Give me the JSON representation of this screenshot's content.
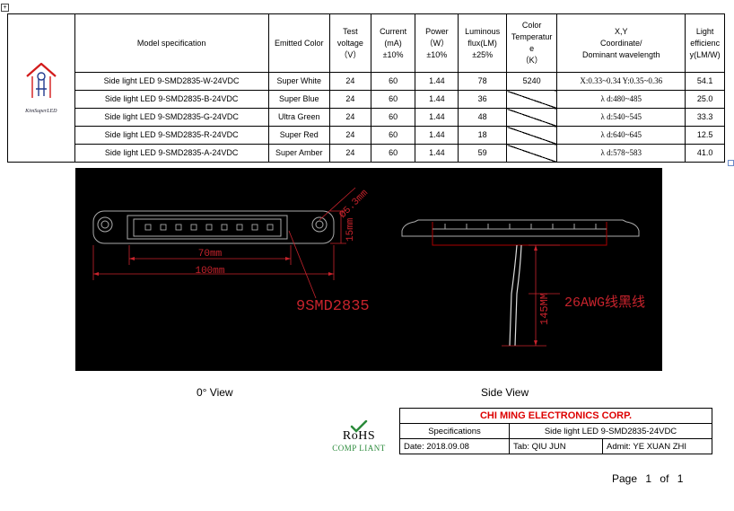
{
  "spec_table": {
    "logo_text": "KimSuperLED",
    "headers": {
      "model": "Model specification",
      "color": "Emitted Color",
      "voltage": [
        "Test",
        "voltage",
        "（V）"
      ],
      "current": [
        "Current",
        "(mA)",
        "±10%"
      ],
      "power": [
        "Power",
        "（W）",
        "±10%"
      ],
      "flux": [
        "Luminous",
        "flux(LM)",
        "±25%"
      ],
      "temp": [
        "Color",
        "Temperatur",
        "e",
        "（K）"
      ],
      "xy": [
        "X,Y",
        "Coordinate/",
        "Dominant wavelength"
      ],
      "eff": [
        "Light",
        "efficienc",
        "y(LM/W)"
      ]
    },
    "rows": [
      {
        "model": "Side light LED 9-SMD2835-W-24VDC",
        "color": "Super White",
        "voltage": "24",
        "current": "60",
        "power": "1.44",
        "flux": "78",
        "temp": "5240",
        "xy": "X:0.33~0.34  Y:0.35~0.36",
        "eff": "54.1"
      },
      {
        "model": "Side light LED 9-SMD2835-B-24VDC",
        "color": "Super Blue",
        "voltage": "24",
        "current": "60",
        "power": "1.44",
        "flux": "36",
        "temp": "",
        "xy": "λ d:480~485",
        "eff": "25.0"
      },
      {
        "model": "Side light LED 9-SMD2835-G-24VDC",
        "color": "Ultra Green",
        "voltage": "24",
        "current": "60",
        "power": "1.44",
        "flux": "48",
        "temp": "",
        "xy": "λ d:540~545",
        "eff": "33.3"
      },
      {
        "model": "Side light LED 9-SMD2835-R-24VDC",
        "color": "Super Red",
        "voltage": "24",
        "current": "60",
        "power": "1.44",
        "flux": "18",
        "temp": "",
        "xy": "λ d:640~645",
        "eff": "12.5"
      },
      {
        "model": "Side light LED 9-SMD2835-A-24VDC",
        "color": "Super Amber",
        "voltage": "24",
        "current": "60",
        "power": "1.44",
        "flux": "59",
        "temp": "",
        "xy": "λ d:578~583",
        "eff": "41.0"
      }
    ]
  },
  "drawing": {
    "dim_hole": "Ø5.3mm",
    "dim_height": "15mm",
    "dim_70": "70mm",
    "dim_100": "100mm",
    "led_label": "9SMD2835",
    "dim_145": "145MM",
    "wire_label": "26AWG线黑线",
    "view_0": "0° View",
    "view_side": "Side View"
  },
  "rohs": {
    "mark": "RoHS",
    "sub": "COMP LIANT"
  },
  "title_block": {
    "corp": "CHI MING ELECTRONICS CORP.",
    "spec_label": "Specifications",
    "product": "Side light LED 9-SMD2835-24VDC",
    "date": "Date:  2018.09.08",
    "tab": "Tab:  QIU JUN",
    "admit": "Admit:  YE XUAN ZHI"
  },
  "page": {
    "label": "Page",
    "num": "1",
    "of": "of",
    "total": "1"
  }
}
